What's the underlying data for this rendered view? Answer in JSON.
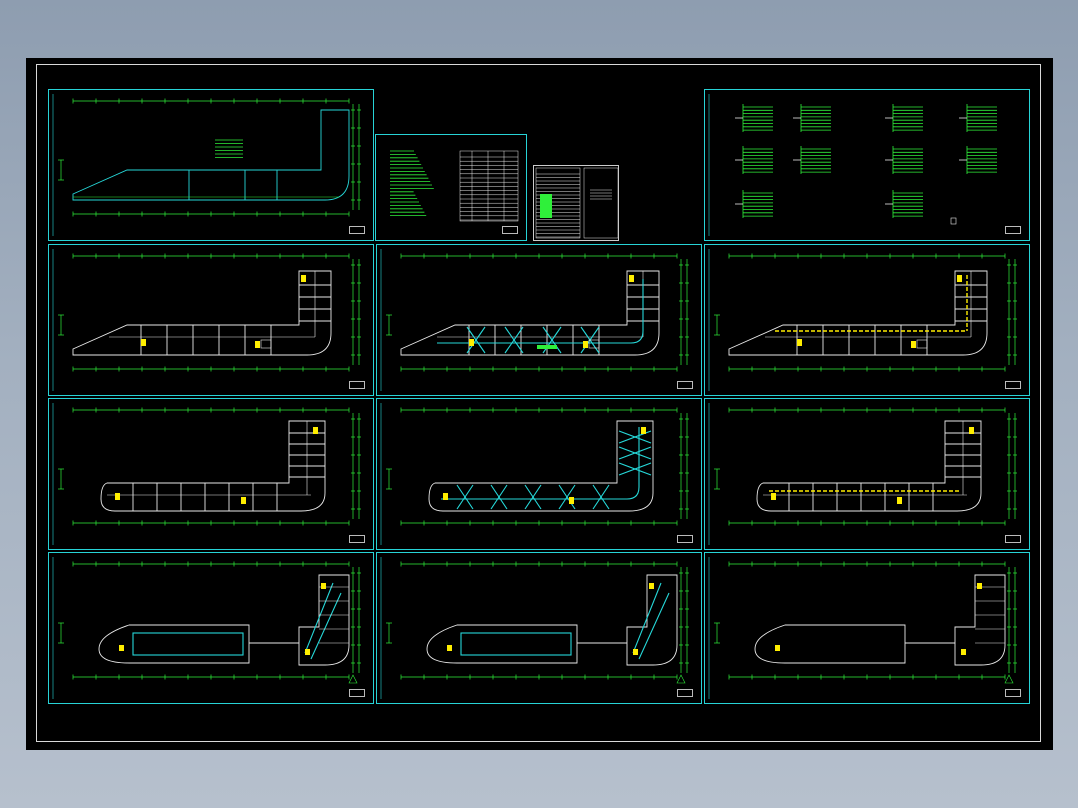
{
  "colors": {
    "background_top": "#8e9db0",
    "background_bottom": "#b6c0cd",
    "canvas": "#000000",
    "frame": "#27d3d6",
    "wall": "#e9e9e9",
    "dimension": "#2ff03a",
    "duct": "#26d8d9",
    "accent": "#ffee00"
  },
  "sheets": [
    {
      "id": "sheet-1",
      "kind": "plan",
      "variant": "roof",
      "title": "",
      "stamp": ""
    },
    {
      "id": "sheet-notes",
      "kind": "notes",
      "title": "",
      "stamp": ""
    },
    {
      "id": "sheet-legend",
      "kind": "legend",
      "title": "",
      "stamp": ""
    },
    {
      "id": "sheet-2",
      "kind": "plan",
      "variant": "wall",
      "title": "",
      "stamp": ""
    },
    {
      "id": "sheet-3",
      "kind": "plan",
      "variant": "duct",
      "title": "",
      "stamp": ""
    },
    {
      "id": "sheet-4",
      "kind": "plan",
      "variant": "yellow",
      "title": "",
      "stamp": ""
    },
    {
      "id": "sheet-5",
      "kind": "plan",
      "variant": "wall-round",
      "title": "",
      "stamp": ""
    },
    {
      "id": "sheet-6",
      "kind": "plan",
      "variant": "duct-round",
      "title": "",
      "stamp": ""
    },
    {
      "id": "sheet-7",
      "kind": "plan",
      "variant": "yellow-round",
      "title": "",
      "stamp": ""
    },
    {
      "id": "sheet-8",
      "kind": "plan",
      "variant": "ground",
      "title": "",
      "stamp": ""
    },
    {
      "id": "sheet-9",
      "kind": "plan",
      "variant": "ground-duct",
      "title": "",
      "stamp": ""
    },
    {
      "id": "sheet-10",
      "kind": "plan",
      "variant": "ground-alt",
      "title": "",
      "stamp": ""
    }
  ]
}
